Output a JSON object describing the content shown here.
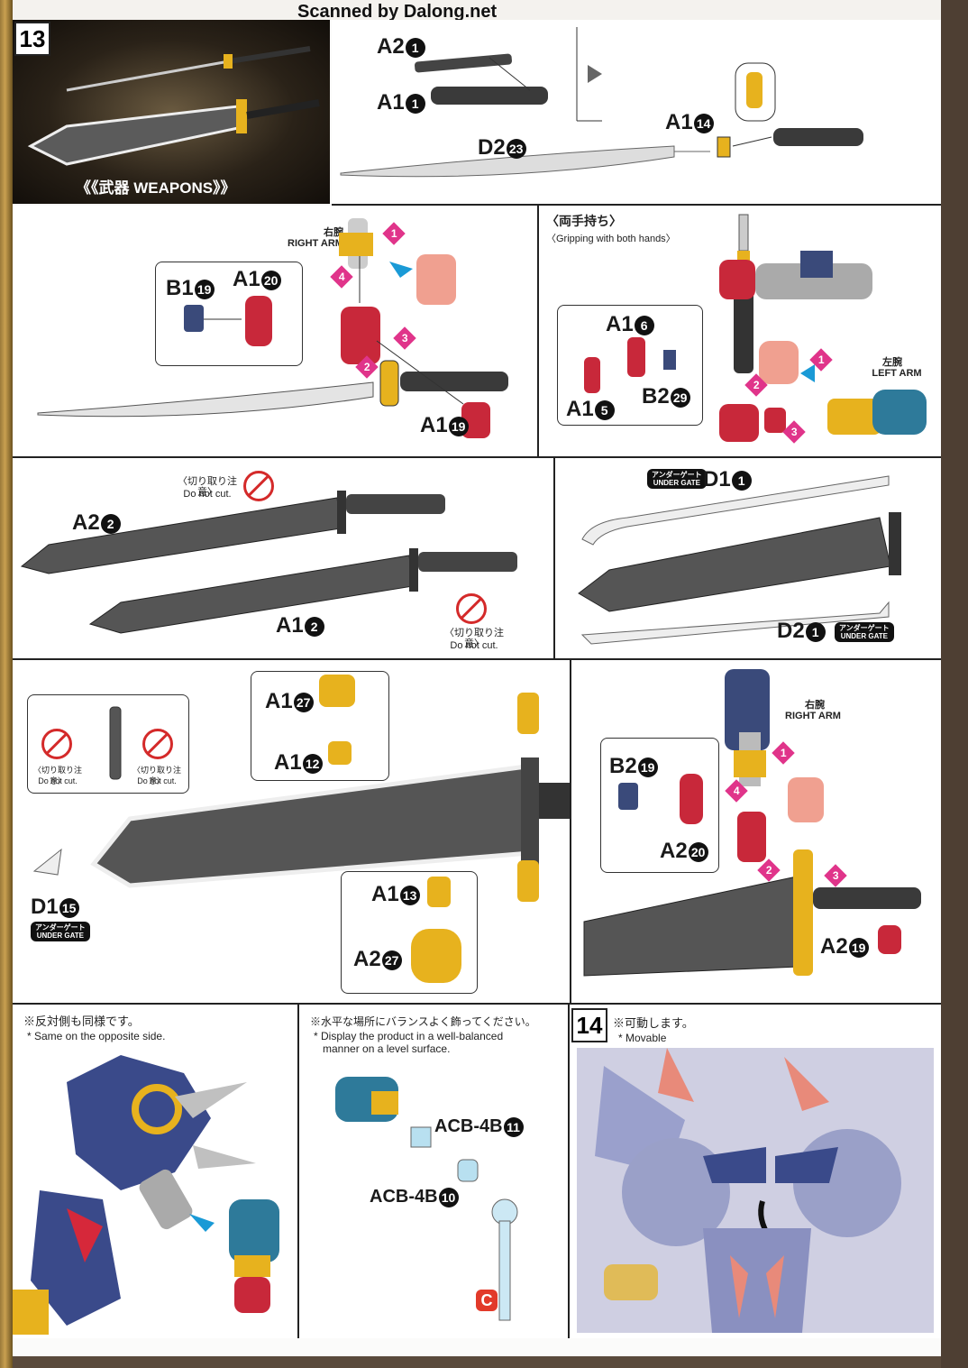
{
  "header": {
    "scanned_by": "Scanned by Dalong.net"
  },
  "steps": {
    "step13": "13",
    "step14": "14"
  },
  "weapons_banner": "《《武器 WEAPONS》》",
  "parts": {
    "a2_1": "A2",
    "a2_1_n": "1",
    "a1_1": "A1",
    "a1_1_n": "1",
    "d2_23": "D2",
    "d2_23_n": "23",
    "a1_14": "A1",
    "a1_14_n": "14",
    "b1_19": "B1",
    "b1_19_n": "19",
    "a1_20": "A1",
    "a1_20_n": "20",
    "a1_19": "A1",
    "a1_19_n": "19",
    "a1_6": "A1",
    "a1_6_n": "6",
    "a1_5": "A1",
    "a1_5_n": "5",
    "b2_29": "B2",
    "b2_29_n": "29",
    "a2_2": "A2",
    "a2_2_n": "2",
    "a1_2": "A1",
    "a1_2_n": "2",
    "d1_1": "D1",
    "d1_1_n": "1",
    "d2_1": "D2",
    "d2_1_n": "1",
    "a1_27": "A1",
    "a1_27_n": "27",
    "a1_12": "A1",
    "a1_12_n": "12",
    "a1_13": "A1",
    "a1_13_n": "13",
    "a2_27": "A2",
    "a2_27_n": "27",
    "d1_15": "D1",
    "d1_15_n": "15",
    "b2_19": "B2",
    "b2_19_n": "19",
    "a2_20": "A2",
    "a2_20_n": "20",
    "a2_19": "A2",
    "a2_19_n": "19",
    "acb_11": "ACB-4B",
    "acb_11_n": "11",
    "acb_10": "ACB-4B",
    "acb_10_n": "10",
    "c_badge": "C"
  },
  "labels": {
    "right_arm_jp": "右腕",
    "right_arm_en": "RIGHT ARM",
    "left_arm_jp": "左腕",
    "left_arm_en": "LEFT ARM",
    "two_hand_jp": "〈両手持ち〉",
    "two_hand_en": "〈Gripping with both hands〉",
    "dnc_jp": "〈切り取り注意〉",
    "dnc_en": "Do not cut.",
    "under_gate_jp": "アンダーゲート",
    "under_gate_en": "UNDER GATE",
    "opposite_jp": "※反対側も同様です。",
    "opposite_en": "* Same on the opposite side.",
    "display_jp": "※水平な場所にバランスよく飾ってください。",
    "display_en1": "* Display the product in a well-balanced",
    "display_en2": "manner on a level surface.",
    "movable_jp": "※可動します。",
    "movable_en": "* Movable"
  },
  "sequence": [
    "1",
    "2",
    "3",
    "4"
  ]
}
